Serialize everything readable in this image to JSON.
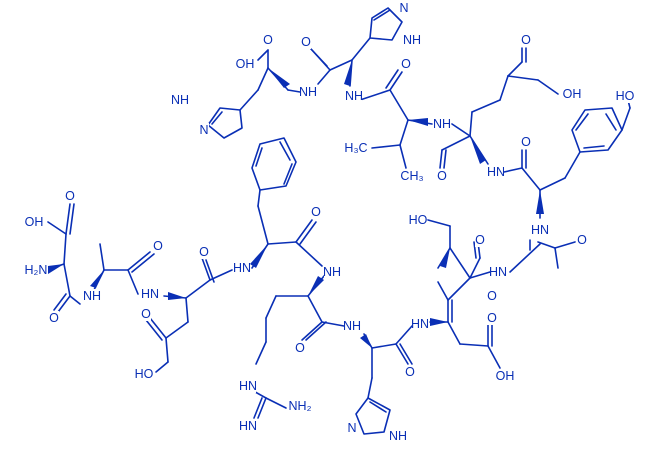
{
  "colors": {
    "structure": "#0A2FB5",
    "background": "#ffffff"
  },
  "labels": {
    "his_top_oh": "OH",
    "his_top_o": "O",
    "his_top_nh_ring": "NH",
    "his_top_n_ring": "N",
    "his_top_amide_nh": "NH",
    "his2_o": "O",
    "his2_n_ring": "N",
    "his2_nh_ring": "NH",
    "val_nh": "NH",
    "val_o": "O",
    "val_h3c": "H₃C",
    "val_ch3": "CH₃",
    "glu_top_o": "O",
    "glu_top_oh": "OH",
    "glu_top_nh": "NH",
    "glu_top_amide_o": "O",
    "tyr_ho": "HO",
    "tyr_o": "O",
    "tyr_hn": "HN",
    "gly_hn": "HN",
    "gly_o": "O",
    "ser_ho": "HO",
    "ser_o": "O",
    "ser_hn": "HN",
    "asp_top_o": "O",
    "asp_top_oh": "OH",
    "asp_top_h2n": "H₂N",
    "asp_top_amide_o": "O",
    "ala_o": "O",
    "ala_nh": "NH",
    "glu_low_hn": "HN",
    "glu_low_o": "O",
    "glu_low_ho": "HO",
    "glu_low_acid_o": "O",
    "phe_hn": "HN",
    "phe_o": "O",
    "arg_nh": "NH",
    "arg_o": "O",
    "arg_hn": "HN",
    "arg_nh2": "NH₂",
    "arg_hn_imine": "HN",
    "his3_nh": "NH",
    "his3_o": "O",
    "his3_n_ring": "N",
    "his3_nh_ring": "NH",
    "asp_low_hn": "HN",
    "asp_low_o": "O",
    "asp_low_acid_o": "O",
    "asp_low_oh": "OH"
  }
}
